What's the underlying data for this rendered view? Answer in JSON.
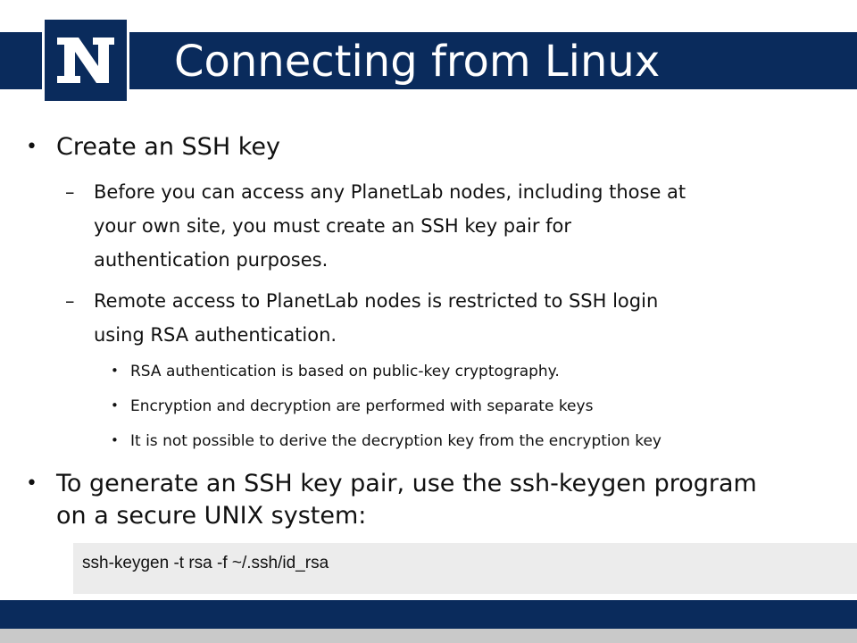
{
  "slide": {
    "title": "Connecting from Linux",
    "bullets": [
      {
        "text": "Create an SSH key",
        "subpoints": [
          {
            "lines": [
              "Before you can access any PlanetLab nodes, including those at",
              "your own site, you must create an SSH key pair for",
              "authentication purposes."
            ]
          },
          {
            "lines": [
              "Remote access to PlanetLab nodes is restricted to SSH login",
              "using RSA authentication."
            ],
            "items": [
              "RSA authentication is based on public-key cryptography.",
              "Encryption and decryption are performed with separate keys",
              "It is not possible to derive the decryption key from the encryption key"
            ]
          }
        ]
      },
      {
        "lines": [
          "To generate an SSH key pair, use the ssh-keygen program",
          "on a secure UNIX system:"
        ]
      }
    ],
    "code": "ssh-keygen -t rsa -f ~/.ssh/id_rsa"
  },
  "logo": {
    "icon": "block-n-logo-icon"
  },
  "colors": {
    "navy": "#0a2b5c",
    "code_bg": "#ececec",
    "footer_gray": "#c9c9c9"
  }
}
